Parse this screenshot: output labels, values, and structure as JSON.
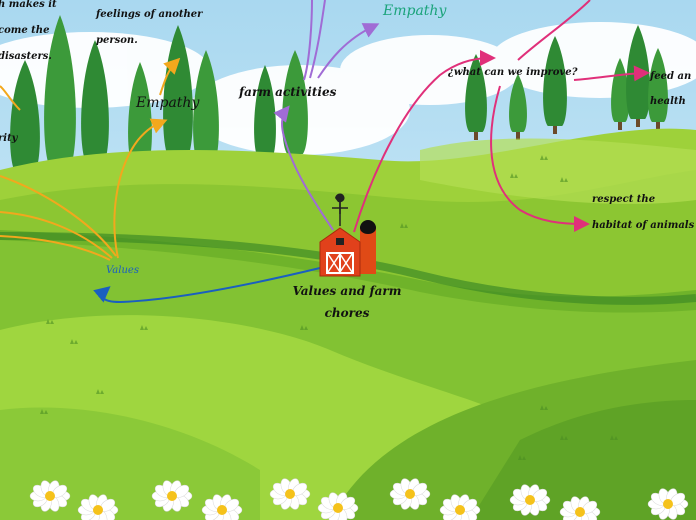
{
  "map": {
    "central": {
      "line1": "Values and farm",
      "line2": "chores"
    },
    "nodes": {
      "values": "Values",
      "farm_activities": "farm activities",
      "empathy_top": "Empathy",
      "empathy_left": "Empathy",
      "what_improve": "¿what can we improve?",
      "feed_an": "feed an",
      "health": "health",
      "respect_1": "respect the",
      "respect_2": "habitat of animals",
      "feelings_1": "feelings of another",
      "feelings_2": "person.",
      "makes_it": "h makes it",
      "come_the": "come the",
      "disasters": "disasters.",
      "rity": "rity"
    }
  },
  "colors": {
    "purple": "#a06cd5",
    "pink": "#e0307a",
    "orange": "#f2a81d",
    "blue": "#1a5fc0",
    "teal": "#1aa37a"
  }
}
